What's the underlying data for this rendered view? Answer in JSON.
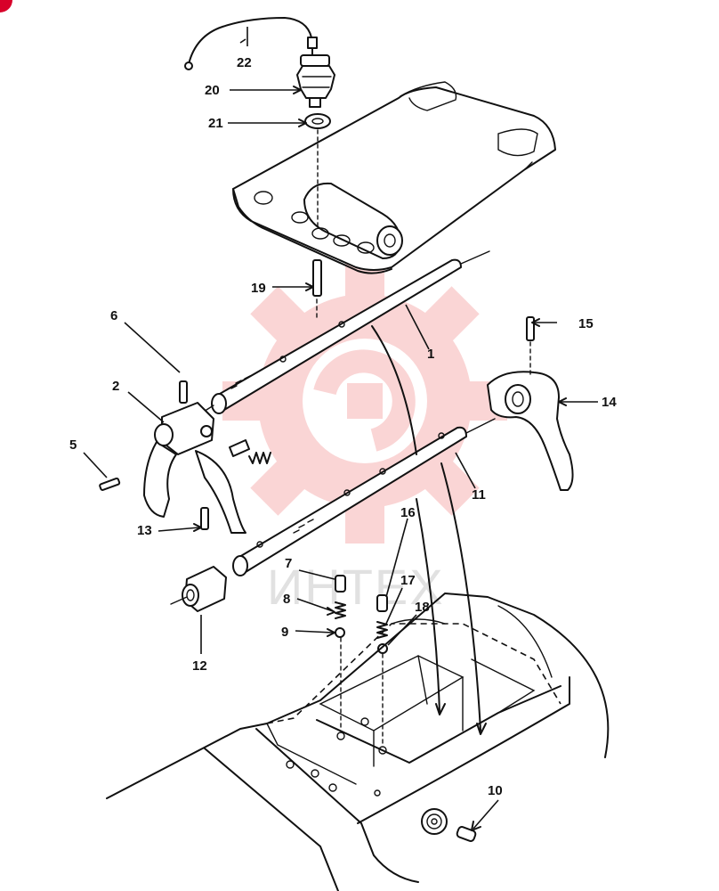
{
  "diagram": {
    "watermark_text": "ИНТЕХ",
    "colors": {
      "line": "#111111",
      "watermark": "#f28c8c",
      "corner_badge": "#d8002a"
    },
    "parts": [
      {
        "id": "p1",
        "label": "1"
      },
      {
        "id": "p2",
        "label": "2"
      },
      {
        "id": "p5",
        "label": "5"
      },
      {
        "id": "p6",
        "label": "6"
      },
      {
        "id": "p7",
        "label": "7"
      },
      {
        "id": "p8",
        "label": "8"
      },
      {
        "id": "p9",
        "label": "9"
      },
      {
        "id": "p10",
        "label": "10"
      },
      {
        "id": "p11",
        "label": "11"
      },
      {
        "id": "p12",
        "label": "12"
      },
      {
        "id": "p13",
        "label": "13"
      },
      {
        "id": "p14",
        "label": "14"
      },
      {
        "id": "p15",
        "label": "15"
      },
      {
        "id": "p16",
        "label": "16"
      },
      {
        "id": "p17",
        "label": "17"
      },
      {
        "id": "p18",
        "label": "18"
      },
      {
        "id": "p19",
        "label": "19"
      },
      {
        "id": "p20",
        "label": "20"
      },
      {
        "id": "p21",
        "label": "21"
      },
      {
        "id": "p22",
        "label": "22"
      }
    ]
  }
}
